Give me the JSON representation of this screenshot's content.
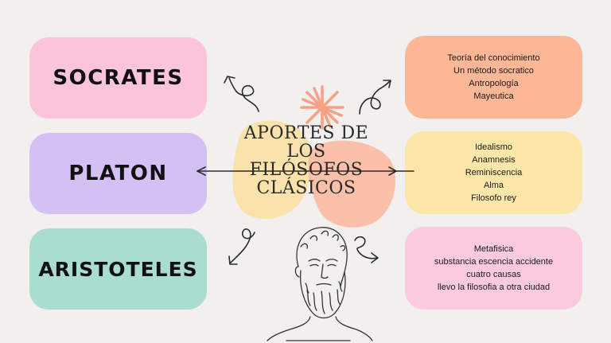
{
  "title_lines": [
    "APORTES DE",
    "LOS",
    "FILÓSOFOS",
    "CLÁSICOS"
  ],
  "philosophers": [
    {
      "name": "SOCRATES",
      "color": "#fbc4da"
    },
    {
      "name": "PLATON",
      "color": "#d4c0f5"
    },
    {
      "name": "ARISTOTELES",
      "color": "#a8ddd0"
    }
  ],
  "contributions": [
    {
      "color": "#fcb796",
      "items": [
        "Teoría del conocimiento",
        "Un método socratico",
        "Antropología",
        "Mayeutica"
      ]
    },
    {
      "color": "#fce7a8",
      "items": [
        "Idealismo",
        "Anamnesis",
        "Reminiscencia",
        "Alma",
        "Filosofo rey"
      ]
    },
    {
      "color": "#fbcadf",
      "items": [
        "Metafisica",
        "substancia escencia accidente",
        "cuatro causas",
        "llevo la filosofia a otra ciudad"
      ]
    }
  ],
  "icons": [
    "sun-burst-icon",
    "curly-arrow-icon",
    "philosopher-bust-icon"
  ]
}
